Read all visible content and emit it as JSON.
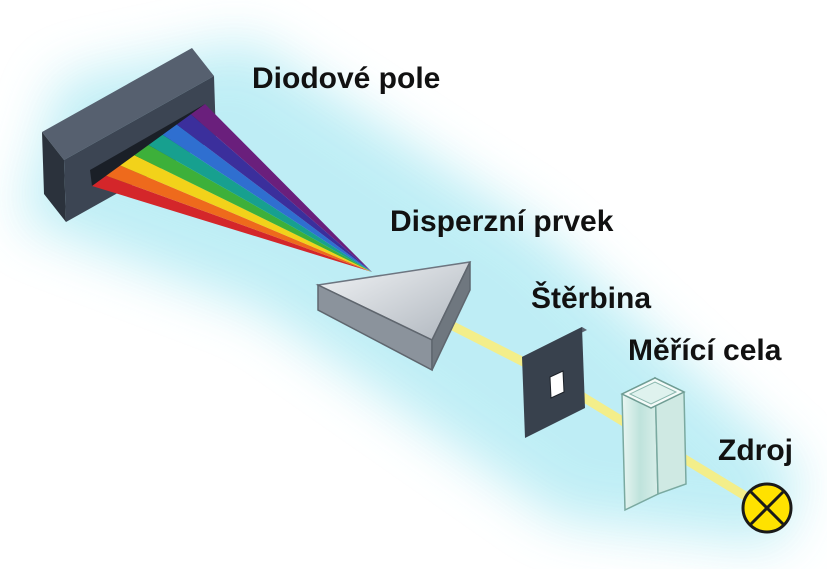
{
  "labels": {
    "diode_array": "Diodové pole",
    "dispersive_element": "Disperzní prvek",
    "slit": "Štěrbina",
    "measuring_cell": "Měřící cela",
    "source": "Zdroj"
  },
  "colors": {
    "halo": "#b8ecf4",
    "beam": "#f3ee8a",
    "array_body": "#3c4553",
    "slit_body": "#38414d",
    "source_fill": "#ffe200",
    "spectrum": [
      "#d4262a",
      "#ee6a1c",
      "#f2d21a",
      "#3db03a",
      "#17a08f",
      "#2f6fd0",
      "#3b2f9c",
      "#6a1f7c"
    ]
  }
}
